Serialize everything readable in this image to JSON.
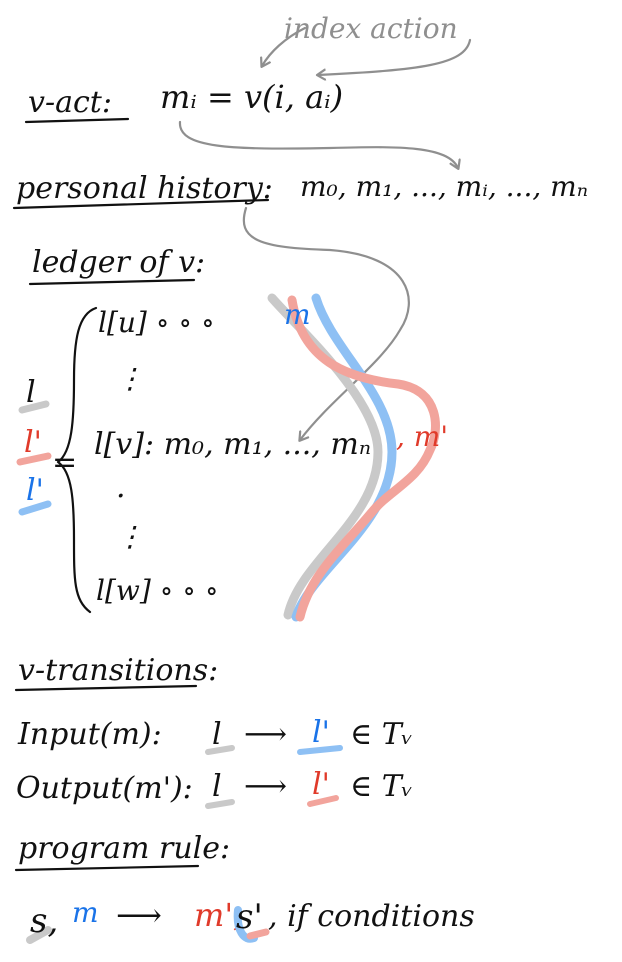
{
  "annotation": {
    "index_action": "index action"
  },
  "v_act": {
    "label": "v-act:",
    "formula": "mᵢ = v(i, aᵢ)"
  },
  "personal_history": {
    "label": "personal history:",
    "sequence": "m₀, m₁, ..., mᵢ, ..., mₙ"
  },
  "ledger": {
    "title": "ledger of v:",
    "symbol_l": "l",
    "symbol_l_prime_red": "l'",
    "symbol_l_prime_blue": "l'",
    "equals": "=",
    "row_u": "l[u] ∘ ∘ ∘",
    "m_new": "m",
    "vdots_top": "⋮",
    "row_v": "l[v]: m₀, m₁, ..., mₙ",
    "m_prime": ", m'",
    "dot_mid": "·",
    "vdots_bottom": "⋮",
    "row_w": "l[w] ∘ ∘ ∘"
  },
  "v_transitions": {
    "title": "v-transitions:",
    "input": {
      "label": "Input(m):",
      "from": "l",
      "arrow": "⟶",
      "to": "l'",
      "in_T": "∈ Tᵥ"
    },
    "output": {
      "label": "Output(m'):",
      "from": "l",
      "arrow": "⟶",
      "to": "l'",
      "in_T": "∈ Tᵥ"
    }
  },
  "program_rule": {
    "title": "program rule:",
    "s": "s,",
    "m": "m",
    "arrow": "⟶",
    "m_prime": "m',",
    "s_prime": "s'",
    "condition": ", if conditions"
  },
  "colors": {
    "ink": "#111111",
    "gray_highlight": "#c9c9c9",
    "red_highlight": "#f2a49c",
    "blue_highlight": "#8ec0f4",
    "red_text": "#e03a2a",
    "blue_text": "#1a73e8",
    "arrow_gray": "#8f8f8f"
  }
}
